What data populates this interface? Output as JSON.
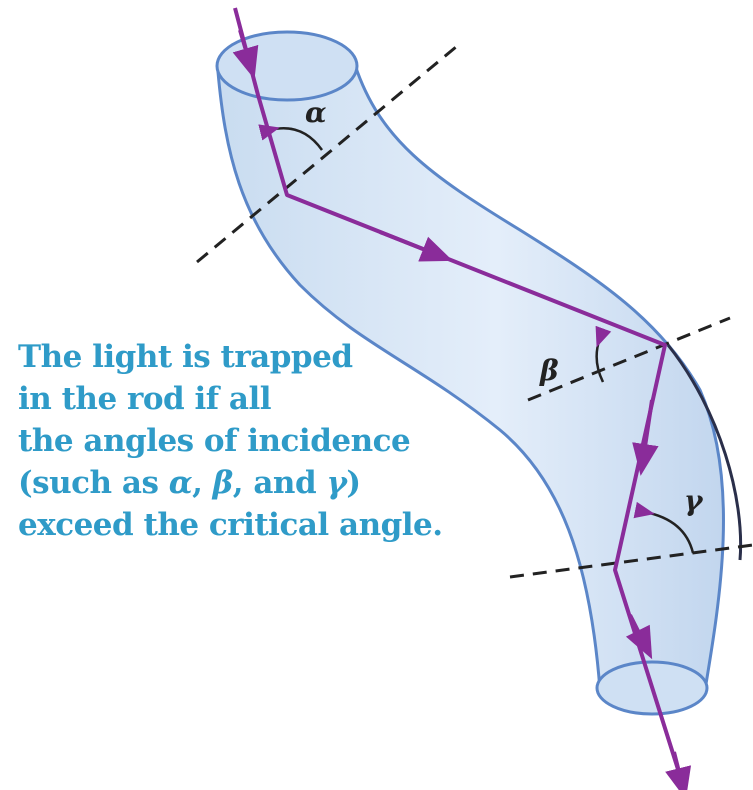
{
  "colors": {
    "rod_fill": "#d6e6f6",
    "rod_edge": "#5b86c8",
    "rod_dark_edge": "#2a2f4a",
    "ray": "#8a2c9a",
    "normal_line": "#222222",
    "caption_text": "#2f9bc8"
  },
  "labels": {
    "alpha": "α",
    "beta": "β",
    "gamma": "γ"
  },
  "caption": {
    "line1": "The light is trapped",
    "line2": "in the rod if all",
    "line3": "the angles of incidence",
    "line4_prefix": "(such as ",
    "line4_alpha": "α",
    "line4_sep1": ", ",
    "line4_beta": "β",
    "line4_sep2": ", and ",
    "line4_gamma": "γ",
    "line4_suffix": ")",
    "line5": "exceed the critical angle."
  }
}
